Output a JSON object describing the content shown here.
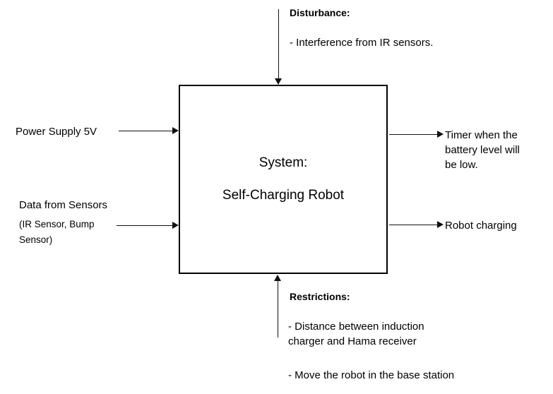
{
  "diagram": {
    "title": "Self-Charging Robot System Block Diagram",
    "type": "block-diagram",
    "background_color": "#ffffff",
    "line_color": "#111111",
    "text_color": "#000000"
  },
  "system_block": {
    "label_line1": "System:",
    "label_line2": "Self-Charging Robot",
    "border_color": "#000000"
  },
  "inputs": [
    {
      "id": "power-supply",
      "lines": [
        "Power Supply 5V"
      ],
      "arrow_direction": "right"
    },
    {
      "id": "sensor-data",
      "lines": [
        "Data from Sensors",
        "(IR Sensor, Bump",
        "Sensor)"
      ],
      "arrow_direction": "right"
    }
  ],
  "outputs": [
    {
      "id": "battery-timer",
      "lines": [
        "Timer when the",
        "battery level will",
        "be low."
      ],
      "arrow_direction": "right"
    },
    {
      "id": "robot-charging",
      "lines": [
        "Robot charging"
      ],
      "arrow_direction": "right"
    }
  ],
  "disturbance": {
    "heading": "Disturbance:",
    "items": [
      "- Interference from IR sensors."
    ],
    "arrow_direction": "down"
  },
  "restrictions": {
    "heading": "Restrictions:",
    "items": [
      "- Distance between induction",
      "charger and Hama receiver",
      "- Move the robot in the base station"
    ],
    "arrow_direction": "up"
  }
}
